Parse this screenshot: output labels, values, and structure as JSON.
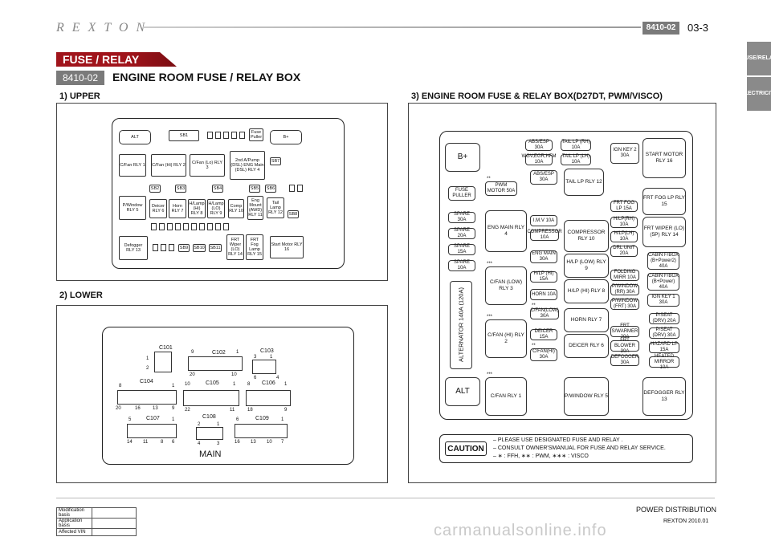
{
  "header": {
    "logo": "REXTON",
    "code": "8410-02",
    "page": "03-3"
  },
  "side_tabs": [
    "FUSE/RELAY",
    "ELECTRICITY"
  ],
  "section": {
    "ribbon": "FUSE / RELAY",
    "code": "8410-02",
    "title": "ENGINE ROOM FUSE / RELAY BOX"
  },
  "upper": {
    "title": "1) UPPER",
    "alt": "ALT",
    "bplus": "B+",
    "sb1": "SB1",
    "fuse_puller": "Fuse Puller",
    "cfan1": "C/Fan RLY 1",
    "cfan_hi": "C/Fan (Hi) RLY 2",
    "cfan_lo": "C/Fan (Lo) RLY 3",
    "airpump": "2nd A/Pump (DSL) ENG Main (DSL) RLY 4",
    "pwindow": "P/Window RLY 5",
    "deicer": "Deicer RLY 6",
    "horn": "Horn RLY 7",
    "hlamp_hi": "H/Lamp (Hi) RLY 8",
    "hlamp_lo": "H/Lamp (LO) RLY 9",
    "comp": "Comp RLY 10",
    "eng_mount": "Eng Mount (AWD) RLY 11",
    "tail": "Tail Lamp RLY 12",
    "defogger": "Defogger RLY 13",
    "frt_wiper": "FRT Wiper (LO) RLY 14",
    "frt_fog": "FRT Fog Lamp RLY 15",
    "start_motor": "Start Motor RLY 16",
    "sb": [
      "SB2",
      "SB3",
      "SB4",
      "SB5",
      "SB6",
      "SB7",
      "SB8",
      "SB9",
      "SB10",
      "SB11"
    ]
  },
  "lower": {
    "title": "2) LOWER",
    "main": "MAIN",
    "connectors": [
      "C101",
      "C102",
      "C103",
      "C104",
      "C105",
      "C106",
      "C107",
      "C108",
      "C109"
    ],
    "pins": {
      "c101": [
        "1",
        "2"
      ],
      "c102": [
        "9",
        "1",
        "20",
        "10"
      ],
      "c103": [
        "3",
        "1",
        "6",
        "4"
      ],
      "c104": [
        "8",
        "1",
        "20",
        "16",
        "13",
        "9"
      ],
      "c105": [
        "10",
        "1",
        "22",
        "11"
      ],
      "c106": [
        "8",
        "1",
        "18",
        "9"
      ],
      "c107": [
        "5",
        "1",
        "14",
        "11",
        "8",
        "6"
      ],
      "c108": [
        "2",
        "1",
        "4",
        "3"
      ],
      "c109": [
        "6",
        "1",
        "16",
        "13",
        "10",
        "7"
      ]
    }
  },
  "box3": {
    "title": "3) ENGINE ROOM FUSE & RELAY BOX(D27DT, PWM/VISCO)",
    "bplus": "B+",
    "alt": "ALT",
    "fuse_puller": "FUSE PULLER",
    "alternator": "ALTERNATOR 140A (120A)",
    "spares": [
      "SPARE 30A",
      "SPARE 20A",
      "SPARE 15A",
      "SPARE 10A"
    ],
    "pwm_mark": "**",
    "pwm_motor": "PWM MOTOR 50A",
    "eng_main_rly": "ENG MAIN RLY 4",
    "cfan_low_mark": "***",
    "cfan_low_rly": "C/FAN (LOW) RLY 3",
    "cfan_hi_mark": "***",
    "cfan_hi_rly": "C/FAN (HI) RLY 2",
    "cfan_mark": "***",
    "cfan_rly": "C/FAN RLY 1",
    "col2": [
      "ABS/ESP 30A",
      "WGV,EGR,HFM 10A",
      "ABS/ESP 30A",
      "I.M.V 10A",
      "COMPRESSOR 10A",
      "ENG MAIN 30A",
      "H/LP (HI) 15A",
      "HORN 10A",
      "C/FAN(LOW) 30A",
      "DEICER 15A",
      "C/FAN(HI) 30A"
    ],
    "col2_marks": [
      "**",
      "**"
    ],
    "col3": [
      "TAIL LP (RH) 10A",
      "TAIL LP (LH) 10A",
      "TAIL LP RLY 12",
      "COMPRESSOR RLY 10",
      "H/LP (LOW) RLY 9",
      "H/LP (HI) RLY 8",
      "HORN RLY 7",
      "DEICER RLY 6",
      "P/WINDOW RLY 5"
    ],
    "col4": [
      "IGN KEY 2 30A",
      "FRT FOG LP 15A",
      "H/LP(RH) 10A",
      "H/LP(LH) 10A",
      "DRL UNIT 20A",
      "FOLDING MIRR 10A",
      "P/WINDOW (RR) 30A",
      "P/WINDOW (FRT) 30A",
      "FRT S/WARMER 20A",
      "FRT BLOWER 30A",
      "DEFOGGER 30A"
    ],
    "col5": [
      "START MOTOR RLY 16",
      "FRT FOG LP RLY 15",
      "FRT WIPER (LO) (5P) RLY 14",
      "CABIN F/BOX (B+Power2) 40A",
      "CABIN F/BOX (B+Power) 40A",
      "IGN KEY 1 30A",
      "P/SEAT (DRV) 20A",
      "P/SEAT (DRV) 30A",
      "HAZARD LP 15A",
      "HEATED MIRROR 10A",
      "DEFOGGER RLY 13"
    ],
    "caution_label": "CAUTION",
    "caution_lines": [
      "PLEASE USE DESIGNATED FUSE AND RELAY .",
      "CONSULT OWNER'SMANUAL FOR FUSE AND RELAY SERVICE.",
      "∗ : FFH,  ∗∗ : PWM,  ∗∗∗ : VISCO"
    ]
  },
  "footer": {
    "title": "POWER DISTRIBUTION",
    "sub": "REXTON 2010.01",
    "table": [
      "Modification basis",
      "Application basis",
      "Affected VIN"
    ],
    "watermark": "carmanualsonline.info"
  }
}
